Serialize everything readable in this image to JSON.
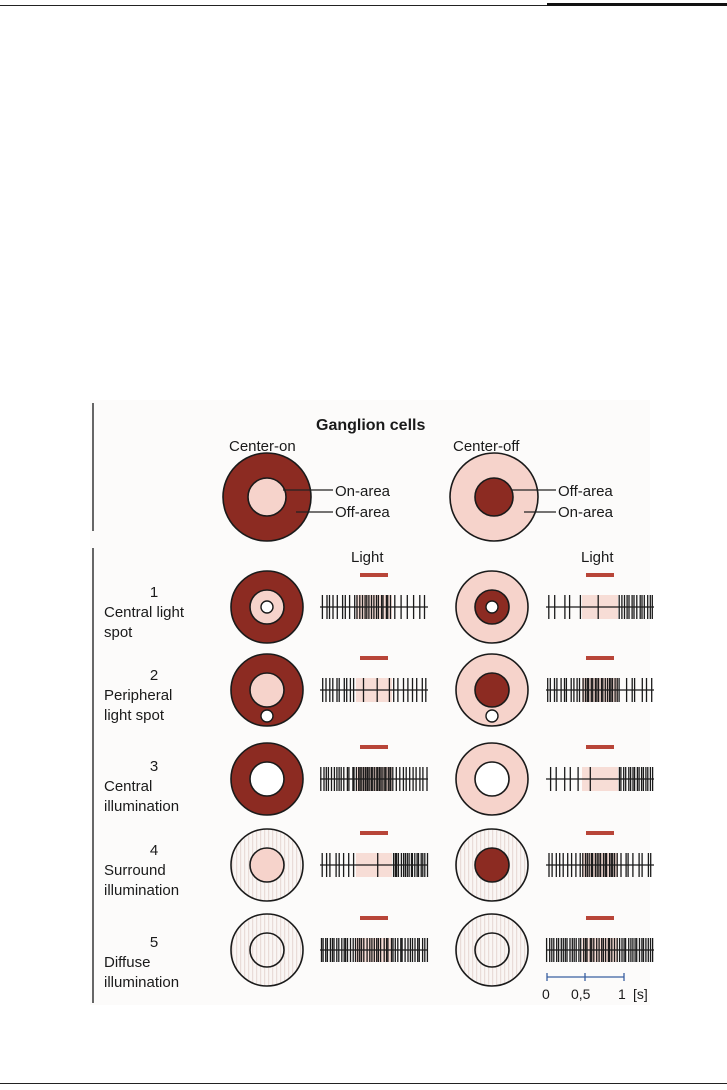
{
  "figure": {
    "title": "Ganglion cells",
    "columns": [
      {
        "heading": "Center-on",
        "center_label": "On-area",
        "surround_label": "Off-area"
      },
      {
        "heading": "Center-off",
        "center_label": "Off-area",
        "surround_label": "On-area"
      }
    ],
    "light_label": "Light",
    "rows": [
      {
        "number": "1",
        "line1": "Central light",
        "line2": "spot"
      },
      {
        "number": "2",
        "line1": "Peripheral",
        "line2": "light spot"
      },
      {
        "number": "3",
        "line1": "Central",
        "line2": "illumination"
      },
      {
        "number": "4",
        "line1": "Surround",
        "line2": "illumination"
      },
      {
        "number": "5",
        "line1": "Diffuse",
        "line2": "illumination"
      }
    ],
    "time_scale": {
      "ticks": [
        "0",
        "0,5",
        "1"
      ],
      "unit": "[s]"
    },
    "colors": {
      "dark": "#8c2b22",
      "pale": "#f6d3cb",
      "stripe": "#f2e9e6",
      "light_bar": "#b84538"
    }
  }
}
